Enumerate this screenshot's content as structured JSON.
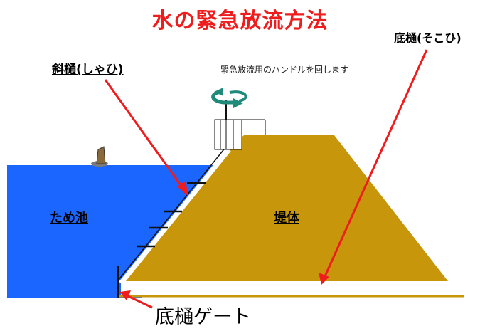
{
  "title": "水の緊急放流方法",
  "labels": {
    "shahi": "斜樋(しゃひ)",
    "sokohi": "底樋(そこひ)",
    "handle_note": "緊急放流用のハンドルを回します",
    "pond": "ため池",
    "dam_body": "堤体",
    "sokohi_gate": "底樋ゲート"
  },
  "colors": {
    "title": "#ee1c1c",
    "water": "#1b66ff",
    "dam": "#c8960a",
    "arrow": "#ee1c1c",
    "pipe": "#ffffff",
    "outline": "#111111"
  },
  "icons": [
    "rotation-arrow-icon",
    "floating-object-icon"
  ]
}
